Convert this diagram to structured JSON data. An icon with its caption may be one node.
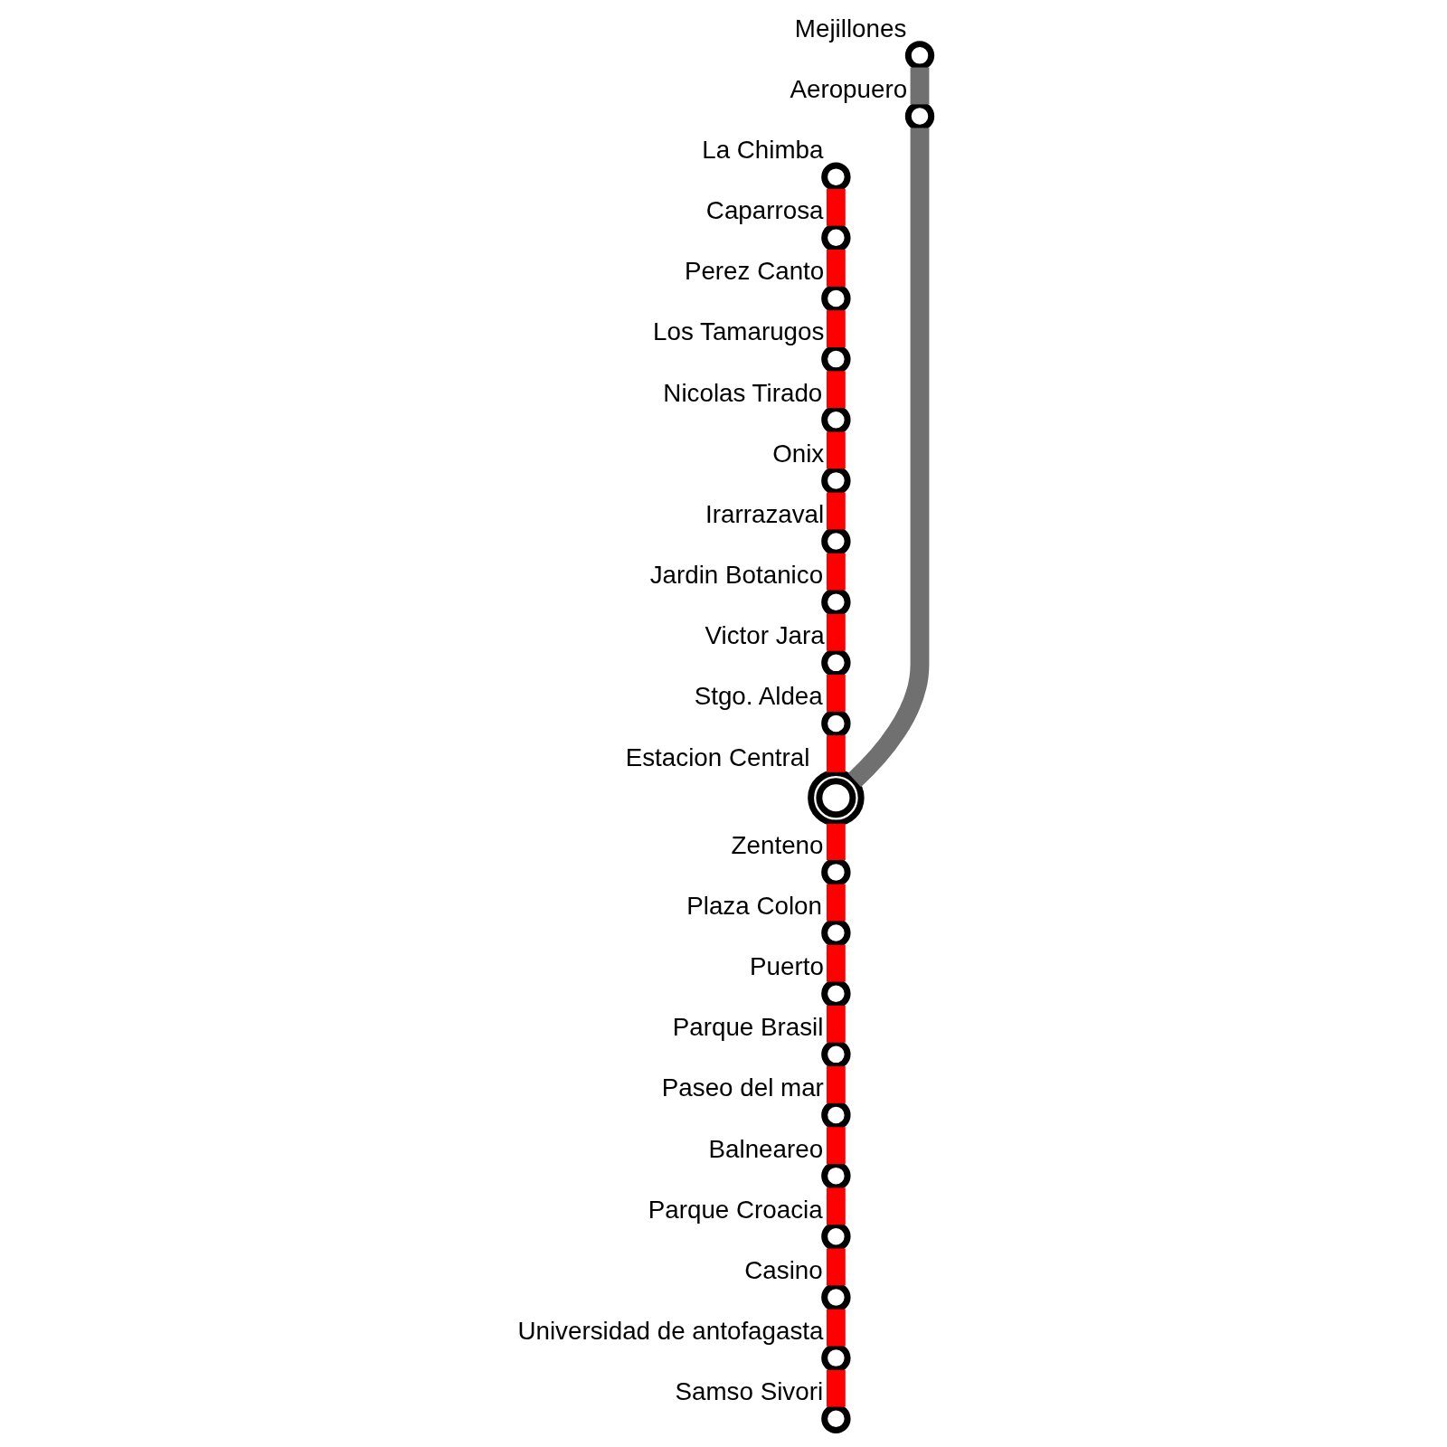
{
  "diagram": {
    "nodes": [
      {
        "text": [],
        "shape": "circle",
        "beside": [
          "Mejillones"
        ]
      },
      {
        "text": [],
        "shape": "circle",
        "beside": [
          "Aeropuero"
        ]
      },
      {
        "text": [],
        "shape": "circle",
        "beside": [
          "La Chimba"
        ]
      },
      {
        "text": [],
        "shape": "circle",
        "beside": [
          "Caparrosa"
        ]
      },
      {
        "text": [],
        "shape": "circle",
        "beside": [
          "Perez Canto"
        ]
      },
      {
        "text": [],
        "shape": "circle",
        "beside": [
          "Los Tamarugos"
        ]
      },
      {
        "text": [],
        "shape": "circle",
        "beside": [
          "Nicolas Tirado"
        ]
      },
      {
        "text": [],
        "shape": "circle",
        "beside": [
          "Onix"
        ]
      },
      {
        "text": [],
        "shape": "circle",
        "beside": [
          "Irarrazaval"
        ]
      },
      {
        "text": [],
        "shape": "circle",
        "beside": [
          "Jardin Botanico"
        ]
      },
      {
        "text": [],
        "shape": "circle",
        "beside": [
          "Victor Jara"
        ]
      },
      {
        "text": [],
        "shape": "circle",
        "beside": [
          "Stgo. Aldea"
        ]
      },
      {
        "text": [],
        "shape": "circle",
        "beside": [
          "Estacion Central"
        ]
      },
      {
        "text": [],
        "shape": "circle",
        "beside": [
          "Zenteno"
        ]
      },
      {
        "text": [],
        "shape": "circle",
        "beside": [
          "Plaza Colon"
        ]
      },
      {
        "text": [],
        "shape": "circle",
        "beside": [
          "Puerto"
        ]
      },
      {
        "text": [],
        "shape": "circle",
        "beside": [
          "Parque Brasil"
        ]
      },
      {
        "text": [],
        "shape": "circle",
        "beside": [
          "Paseo del mar"
        ]
      },
      {
        "text": [],
        "shape": "circle",
        "beside": [
          "Balneareo"
        ]
      },
      {
        "text": [],
        "shape": "circle",
        "beside": [
          "Parque Croacia"
        ]
      },
      {
        "text": [],
        "shape": "circle",
        "beside": [
          "Casino"
        ]
      },
      {
        "text": [],
        "shape": "circle",
        "beside": [
          "Universidad de antofagasta"
        ]
      },
      {
        "text": [],
        "shape": "circle",
        "beside": [
          "Samso Sivori"
        ]
      }
    ],
    "edges": [
      {
        "from": 2,
        "to": 3,
        "arrow": "none"
      },
      {
        "from": 3,
        "to": 4,
        "arrow": "none"
      },
      {
        "from": 4,
        "to": 5,
        "arrow": "none"
      },
      {
        "from": 5,
        "to": 6,
        "arrow": "none"
      },
      {
        "from": 6,
        "to": 7,
        "arrow": "none"
      },
      {
        "from": 7,
        "to": 8,
        "arrow": "none"
      },
      {
        "from": 8,
        "to": 9,
        "arrow": "none"
      },
      {
        "from": 9,
        "to": 10,
        "arrow": "none"
      },
      {
        "from": 10,
        "to": 11,
        "arrow": "none"
      },
      {
        "from": 11,
        "to": 12,
        "arrow": "none"
      },
      {
        "from": 12,
        "to": 13,
        "arrow": "none"
      },
      {
        "from": 13,
        "to": 14,
        "arrow": "none"
      },
      {
        "from": 14,
        "to": 15,
        "arrow": "none"
      },
      {
        "from": 15,
        "to": 16,
        "arrow": "none"
      },
      {
        "from": 16,
        "to": 17,
        "arrow": "none"
      },
      {
        "from": 17,
        "to": 18,
        "arrow": "none"
      },
      {
        "from": 18,
        "to": 19,
        "arrow": "none"
      },
      {
        "from": 19,
        "to": 20,
        "arrow": "none"
      },
      {
        "from": 20,
        "to": 21,
        "arrow": "none"
      },
      {
        "from": 21,
        "to": 22,
        "arrow": "none"
      },
      {
        "from": 0,
        "to": 1,
        "arrow": "none",
        "color": "#707070"
      },
      {
        "from": 1,
        "to": 12,
        "arrow": "none",
        "color": "#707070"
      }
    ]
  }
}
